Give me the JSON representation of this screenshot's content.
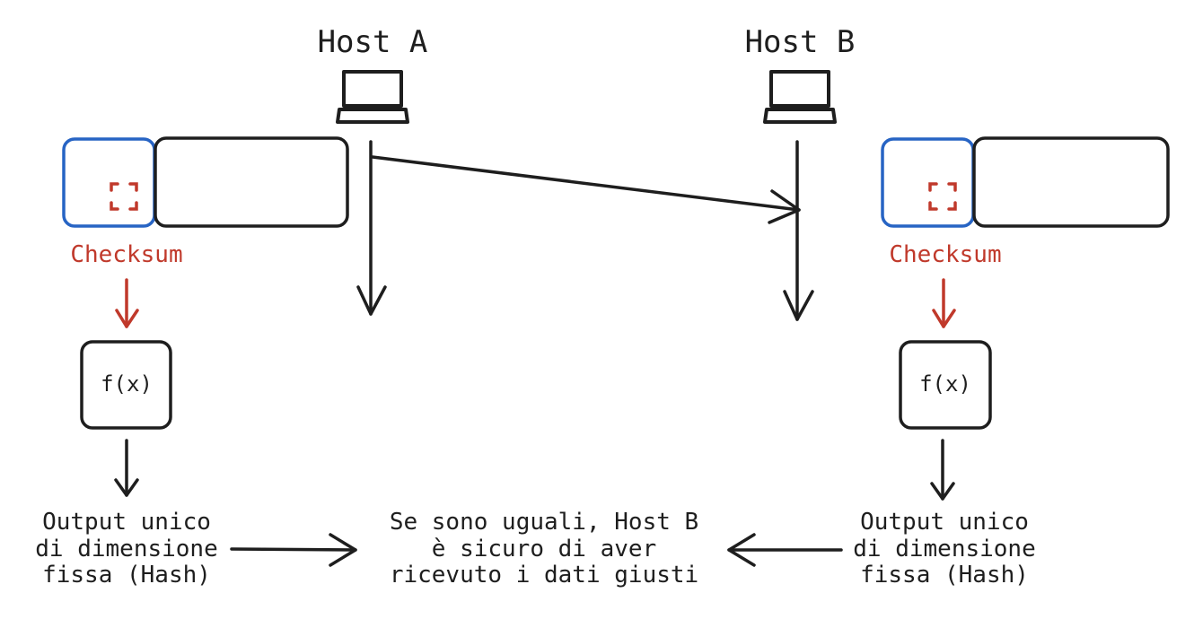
{
  "hosts": [
    {
      "label": "Host A"
    },
    {
      "label": "Host B"
    }
  ],
  "packets": [
    {
      "checksum_label": "Checksum",
      "function_label": "f(x)",
      "output_lines": [
        "Output unico",
        "di dimensione",
        "fissa (Hash)"
      ]
    },
    {
      "checksum_label": "Checksum",
      "function_label": "f(x)",
      "output_lines": [
        "Output unico",
        "di dimensione",
        "fissa (Hash)"
      ]
    }
  ],
  "comparison": {
    "lines": [
      "Se sono uguali, Host B",
      "è sicuro di aver",
      "ricevuto i dati giusti"
    ]
  },
  "colors": {
    "ink": "#1e1e1e",
    "checksum_red": "#c0392b",
    "header_blue": "#2764c4"
  },
  "icons": [
    "laptop-icon",
    "checksum-icon",
    "arrow-down-icon",
    "arrow-right-icon",
    "arrow-left-icon"
  ]
}
